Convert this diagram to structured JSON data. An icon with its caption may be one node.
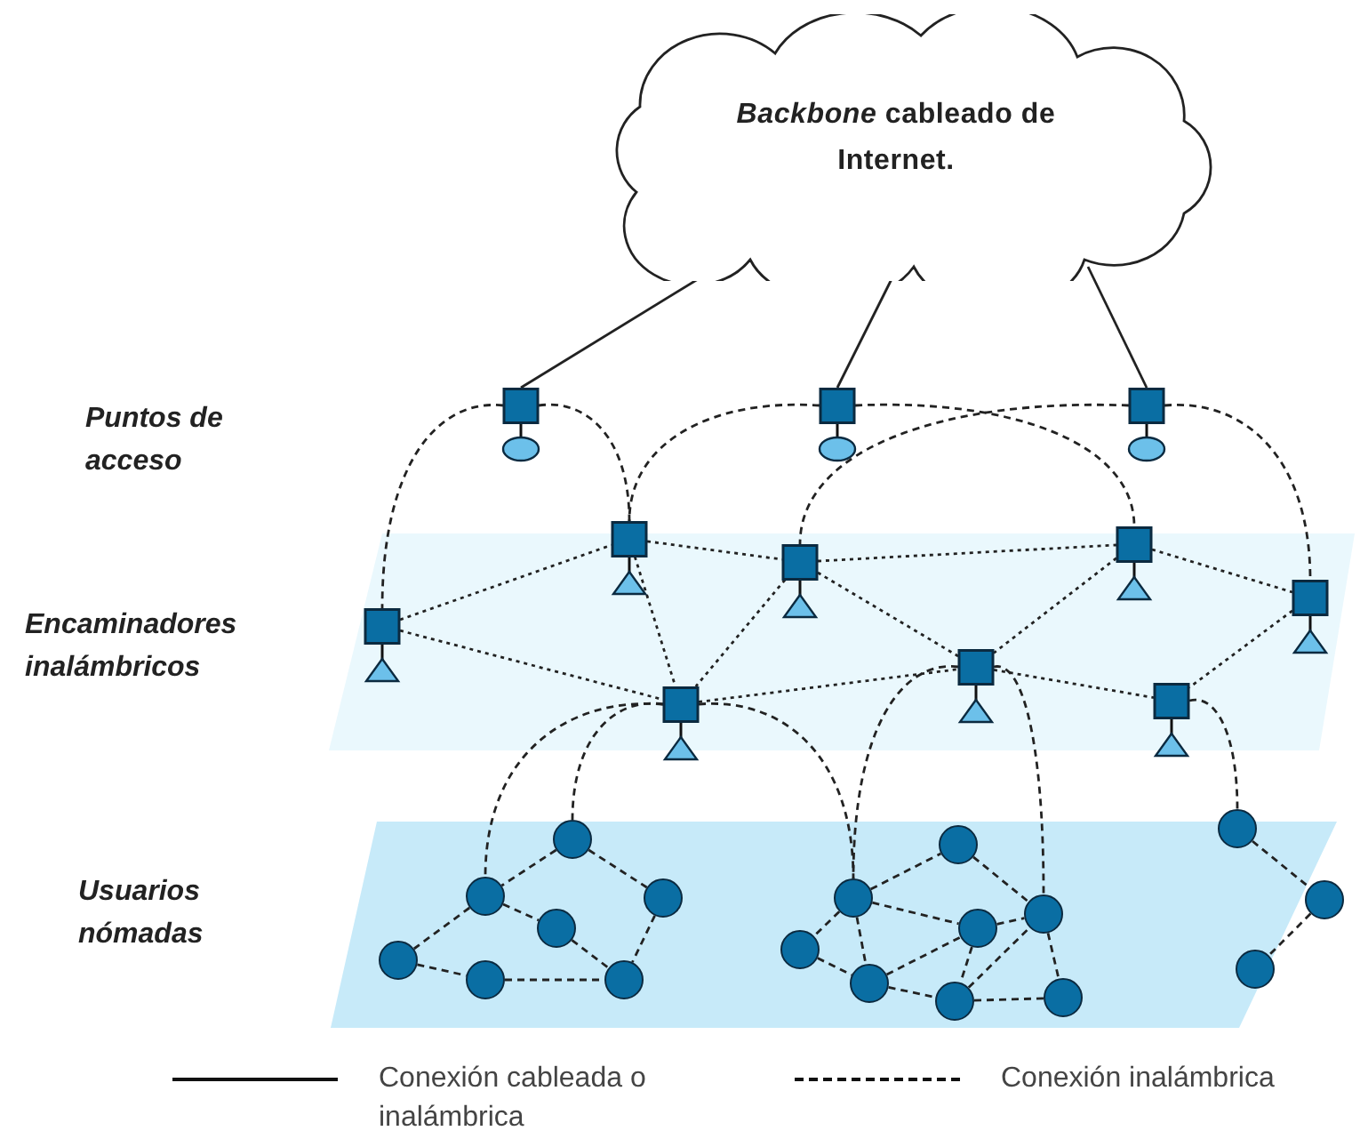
{
  "diagram": {
    "nodes": [
      {
        "text": [
          "*Backbone* cableado de Internet."
        ]
      },
      {
        "text": [],
        "shape": "picture"
      },
      {
        "text": [],
        "shape": "picture"
      },
      {
        "text": [],
        "shape": "picture"
      },
      {
        "text": [],
        "shape": "picture"
      },
      {
        "text": [],
        "shape": "picture"
      },
      {
        "text": [],
        "shape": "picture"
      },
      {
        "text": [],
        "shape": "picture"
      },
      {
        "text": [],
        "shape": "picture"
      },
      {
        "text": [],
        "shape": "picture"
      },
      {
        "text": [],
        "shape": "picture"
      },
      {
        "text": [],
        "shape": "picture"
      },
      {
        "text": [],
        "shape": "circle"
      },
      {
        "text": [],
        "shape": "circle"
      },
      {
        "text": [],
        "shape": "circle"
      },
      {
        "text": [],
        "shape": "circle"
      },
      {
        "text": [],
        "shape": "circle"
      },
      {
        "text": [],
        "shape": "circle"
      },
      {
        "text": [],
        "shape": "circle"
      },
      {
        "text": [],
        "shape": "circle"
      },
      {
        "text": [],
        "shape": "circle"
      },
      {
        "text": [],
        "shape": "circle"
      },
      {
        "text": [],
        "shape": "circle"
      },
      {
        "text": [],
        "shape": "circle"
      },
      {
        "text": [],
        "shape": "circle"
      },
      {
        "text": [],
        "shape": "circle"
      },
      {
        "text": [],
        "shape": "circle"
      },
      {
        "text": [],
        "shape": "circle"
      },
      {
        "text": [],
        "shape": "circle"
      },
      {
        "text": [],
        "shape": "circle"
      }
    ],
    "edges": [
      {
        "from": 0,
        "to": 1,
        "arrow": "none"
      },
      {
        "from": 0,
        "to": 2,
        "arrow": "none"
      },
      {
        "from": 0,
        "to": 3,
        "arrow": "none"
      },
      {
        "from": 1,
        "to": 4,
        "arrow": "none",
        "style": "dashed"
      },
      {
        "from": 1,
        "to": 5,
        "arrow": "none",
        "style": "dashed"
      },
      {
        "from": 2,
        "to": 5,
        "arrow": "none",
        "style": "dashed"
      },
      {
        "from": 2,
        "to": 9,
        "arrow": "none",
        "style": "dashed"
      },
      {
        "from": 3,
        "to": 7,
        "arrow": "none",
        "style": "dashed"
      },
      {
        "from": 3,
        "to": 11,
        "arrow": "none",
        "style": "dashed"
      },
      {
        "from": 4,
        "to": 5,
        "arrow": "none",
        "style": "dashed"
      },
      {
        "from": 4,
        "to": 6,
        "arrow": "none",
        "style": "dashed"
      },
      {
        "from": 5,
        "to": 7,
        "arrow": "none",
        "style": "dashed"
      },
      {
        "from": 5,
        "to": 6,
        "arrow": "none",
        "style": "dashed"
      },
      {
        "from": 7,
        "to": 6,
        "arrow": "none",
        "style": "dashed"
      },
      {
        "from": 7,
        "to": 9,
        "arrow": "none",
        "style": "dashed"
      },
      {
        "from": 7,
        "to": 8,
        "arrow": "none",
        "style": "dashed"
      },
      {
        "from": 9,
        "to": 8,
        "arrow": "none",
        "style": "dashed"
      },
      {
        "from": 9,
        "to": 11,
        "arrow": "none",
        "style": "dashed"
      },
      {
        "from": 11,
        "to": 10,
        "arrow": "none",
        "style": "dashed"
      },
      {
        "from": 6,
        "to": 8,
        "arrow": "none",
        "style": "dashed"
      },
      {
        "from": 8,
        "to": 10,
        "arrow": "none",
        "style": "dashed"
      },
      {
        "from": 6,
        "to": 13,
        "arrow": "none",
        "style": "dashed"
      },
      {
        "from": 6,
        "to": 16,
        "arrow": "none",
        "style": "dashed"
      },
      {
        "from": 6,
        "to": 20,
        "arrow": "none",
        "style": "dashed"
      },
      {
        "from": 8,
        "to": 20,
        "arrow": "none",
        "style": "dashed"
      },
      {
        "from": 8,
        "to": 25,
        "arrow": "none",
        "style": "dashed"
      },
      {
        "from": 10,
        "to": 27,
        "arrow": "none",
        "style": "dashed"
      },
      {
        "from": 16,
        "to": 13,
        "arrow": "none",
        "style": "dashed"
      },
      {
        "from": 16,
        "to": 18,
        "arrow": "none",
        "style": "dashed"
      },
      {
        "from": 13,
        "to": 15,
        "arrow": "none",
        "style": "dashed"
      },
      {
        "from": 13,
        "to": 12,
        "arrow": "none",
        "style": "dashed"
      },
      {
        "from": 12,
        "to": 14,
        "arrow": "none",
        "style": "dashed"
      },
      {
        "from": 14,
        "to": 17,
        "arrow": "none",
        "style": "dashed"
      },
      {
        "from": 15,
        "to": 17,
        "arrow": "none",
        "style": "dashed"
      },
      {
        "from": 18,
        "to": 17,
        "arrow": "none",
        "style": "dashed"
      },
      {
        "from": 20,
        "to": 23,
        "arrow": "none",
        "style": "dashed"
      },
      {
        "from": 23,
        "to": 25,
        "arrow": "none",
        "style": "dashed"
      },
      {
        "from": 20,
        "to": 24,
        "arrow": "none",
        "style": "dashed"
      },
      {
        "from": 20,
        "to": 19,
        "arrow": "none",
        "style": "dashed"
      },
      {
        "from": 20,
        "to": 21,
        "arrow": "none",
        "style": "dashed"
      },
      {
        "from": 19,
        "to": 21,
        "arrow": "none",
        "style": "dashed"
      },
      {
        "from": 21,
        "to": 24,
        "arrow": "none",
        "style": "dashed"
      },
      {
        "from": 24,
        "to": 25,
        "arrow": "none",
        "style": "dashed"
      },
      {
        "from": 24,
        "to": 22,
        "arrow": "none",
        "style": "dashed"
      },
      {
        "from": 21,
        "to": 22,
        "arrow": "none",
        "style": "dashed"
      },
      {
        "from": 22,
        "to": 25,
        "arrow": "none",
        "style": "dashed"
      },
      {
        "from": 22,
        "to": 26,
        "arrow": "none",
        "style": "dashed"
      },
      {
        "from": 25,
        "to": 26,
        "arrow": "none",
        "style": "dashed"
      },
      {
        "from": 27,
        "to": 29,
        "arrow": "none",
        "style": "dashed"
      },
      {
        "from": 29,
        "to": 28,
        "arrow": "none",
        "style": "dashed"
      }
    ],
    "labels": [
      "Puntos de acceso",
      "Encaminadores inalámbricos",
      "Usuarios nómadas"
    ],
    "legend": [
      {
        "text": "Conexión cableada o inalámbrica"
      },
      {
        "text": "Conexión inalámbrica"
      }
    ]
  }
}
